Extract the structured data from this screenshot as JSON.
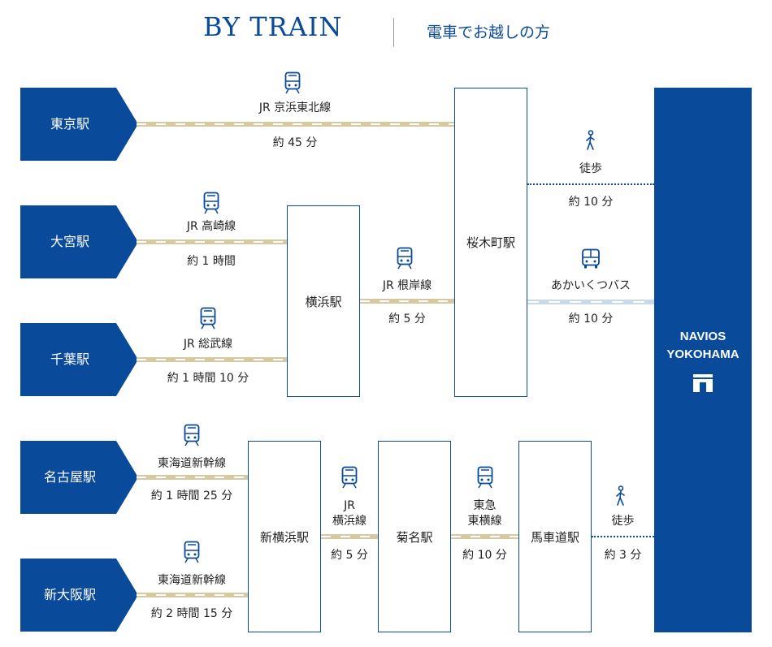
{
  "header": {
    "title_en": "BY TRAIN",
    "title_ja": "電車でお越しの方"
  },
  "origins": {
    "tokyo": "東京駅",
    "omiya": "大宮駅",
    "chiba": "千葉駅",
    "nagoya": "名古屋駅",
    "shin_osaka": "新大阪駅"
  },
  "stations": {
    "yokohama": "横浜駅",
    "sakuragicho": "桜木町駅",
    "shin_yokohama": "新横浜駅",
    "kikuna": "菊名駅",
    "bashamichi": "馬車道駅"
  },
  "destination": {
    "name": "NAVIOS\nYOKOHAMA"
  },
  "routes": {
    "tokyo_line": "JR 京浜東北線",
    "tokyo_time": "約 45 分",
    "omiya_line": "JR 高崎線",
    "omiya_time": "約 1 時間",
    "chiba_line": "JR 総武線",
    "chiba_time": "約 1 時間 10 分",
    "yokohama_line": "JR 根岸線",
    "yokohama_time": "約 5 分",
    "sakuragicho_walk": "徒歩",
    "sakuragicho_walk_time": "約 10 分",
    "sakuragicho_bus": "あかいくつバス",
    "sakuragicho_bus_time": "約 10 分",
    "nagoya_line": "東海道新幹線",
    "nagoya_time": "約 1 時間 25 分",
    "osaka_line": "東海道新幹線",
    "osaka_time": "約 2 時間 15 分",
    "shinyoko_line_1": "JR",
    "shinyoko_line_2": "横浜線",
    "shinyoko_time": "約 5 分",
    "kikuna_line_1": "東急",
    "kikuna_line_2": "東横線",
    "kikuna_time": "約 10 分",
    "bashamichi_walk": "徒歩",
    "bashamichi_walk_time": "約 3 分"
  },
  "icons": {
    "train": "train-icon",
    "bus": "bus-icon",
    "walk": "walking-person-icon",
    "logo": "navios-logo-icon"
  },
  "colors": {
    "navy": "#0a4a9a",
    "rail": "#d6c9a0",
    "bus_lane": "#c7d9eb"
  }
}
